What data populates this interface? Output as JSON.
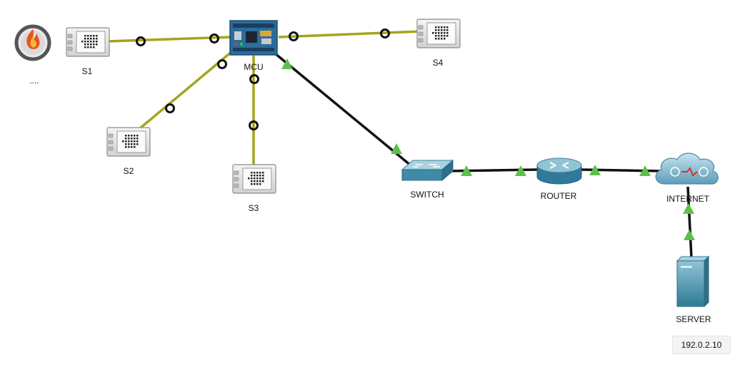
{
  "nodes": {
    "fire": {
      "label": "....",
      "icon": "fire-alarm-icon"
    },
    "s1": {
      "label": "S1",
      "icon": "sensor-icon"
    },
    "s2": {
      "label": "S2",
      "icon": "sensor-icon"
    },
    "s3": {
      "label": "S3",
      "icon": "sensor-icon"
    },
    "s4": {
      "label": "S4",
      "icon": "sensor-icon"
    },
    "mcu": {
      "label": "MCU",
      "icon": "microcontroller-board-icon"
    },
    "switch": {
      "label": "SWITCH",
      "icon": "network-switch-icon"
    },
    "router": {
      "label": "ROUTER",
      "icon": "router-icon"
    },
    "internet": {
      "label": "INTERNET",
      "icon": "cloud-icon"
    },
    "server": {
      "label": "SERVER",
      "icon": "server-icon",
      "ip": "192.0.2.10"
    }
  },
  "links": [
    {
      "from": "s1",
      "to": "mcu",
      "type": "iot-cable",
      "color": "#a3a51c"
    },
    {
      "from": "s2",
      "to": "mcu",
      "type": "iot-cable",
      "color": "#a3a51c"
    },
    {
      "from": "s3",
      "to": "mcu",
      "type": "iot-cable",
      "color": "#a3a51c"
    },
    {
      "from": "s4",
      "to": "mcu",
      "type": "iot-cable",
      "color": "#a3a51c"
    },
    {
      "from": "mcu",
      "to": "switch",
      "type": "ethernet",
      "color": "#111111"
    },
    {
      "from": "switch",
      "to": "router",
      "type": "ethernet",
      "color": "#111111"
    },
    {
      "from": "router",
      "to": "internet",
      "type": "ethernet",
      "color": "#111111"
    },
    {
      "from": "internet",
      "to": "server",
      "type": "ethernet",
      "color": "#111111"
    }
  ],
  "colors": {
    "link_status_up": "#5cc04a",
    "iot_connector": "#111111",
    "device_blue": "#3f8aa6"
  }
}
